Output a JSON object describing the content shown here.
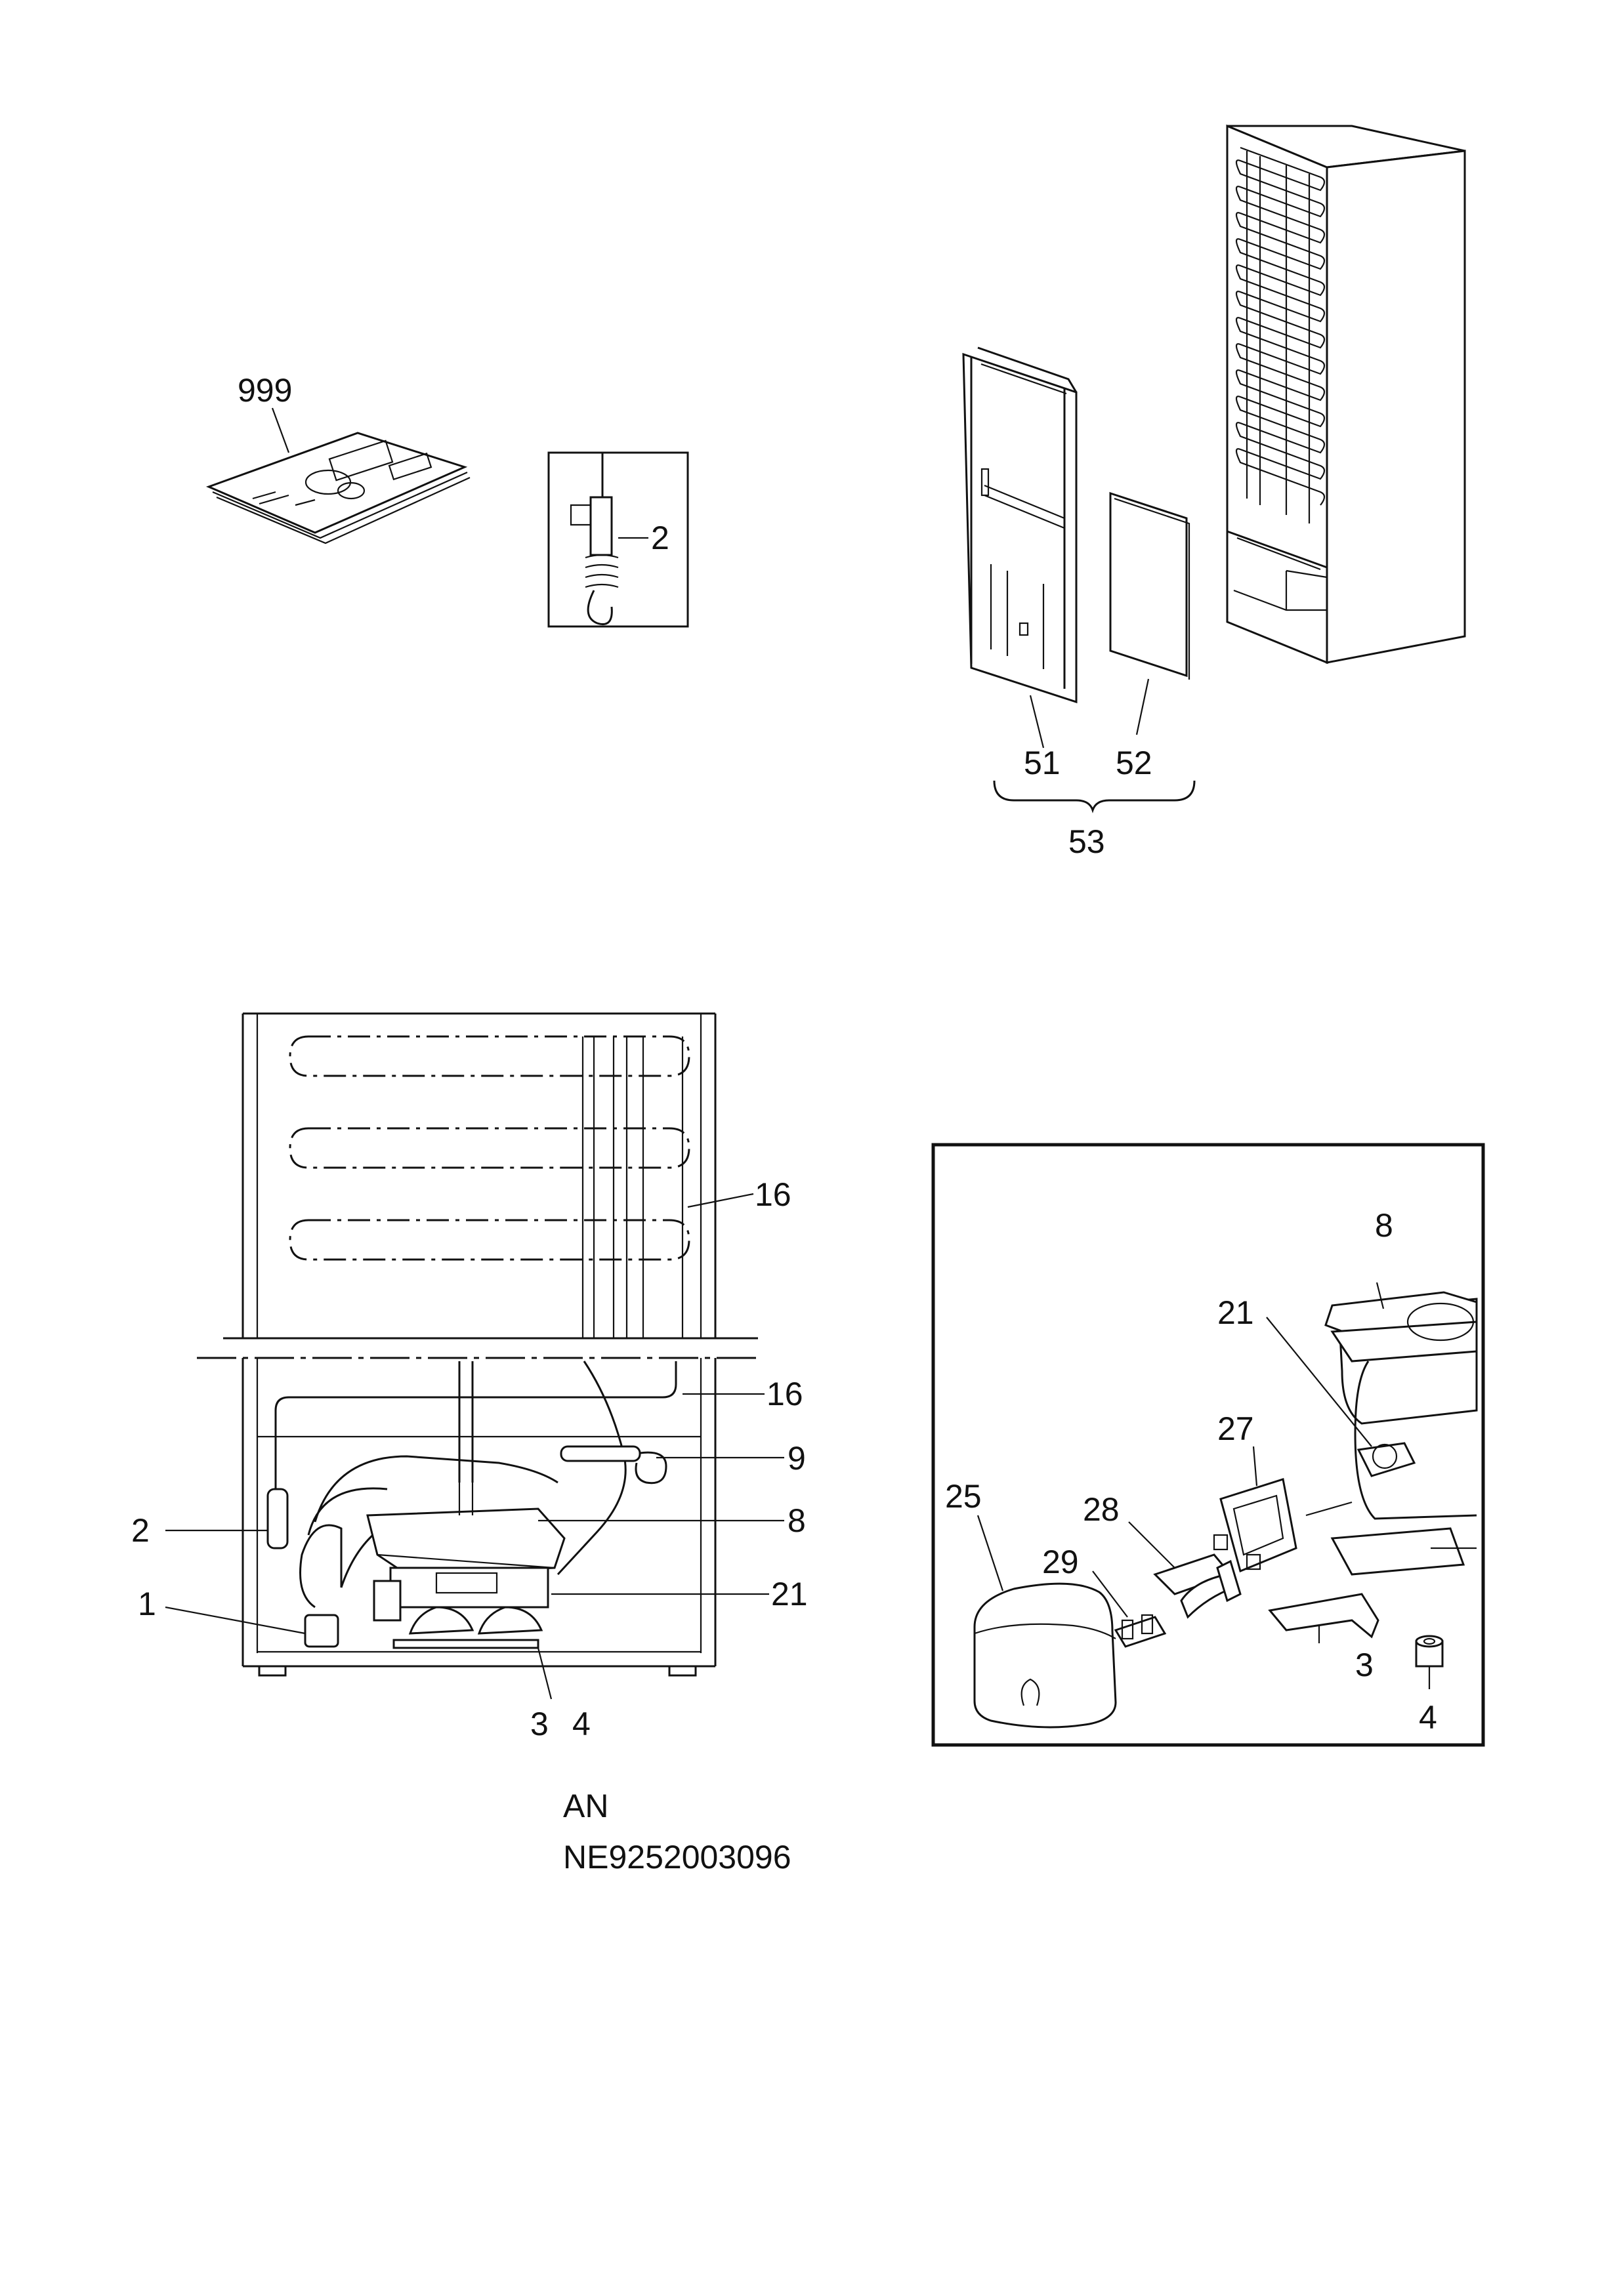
{
  "labels": {
    "manual": "999",
    "heater_inset": "2",
    "panel_51": "51",
    "panel_52": "52",
    "group_53": "53",
    "cond_16_upper": "16",
    "cond_16_lower": "16",
    "drier_9": "9",
    "compressor_8": "8",
    "capillary_2": "2",
    "relay_1": "1",
    "clip_21": "21",
    "foot_3": "3",
    "foot_4": "4",
    "det_8": "8",
    "det_21": "21",
    "det_27": "27",
    "det_28": "28",
    "det_25": "25",
    "det_29": "29",
    "det_3": "3",
    "det_4": "4"
  },
  "footer": {
    "code": "AN",
    "number": "NE9252003096"
  }
}
